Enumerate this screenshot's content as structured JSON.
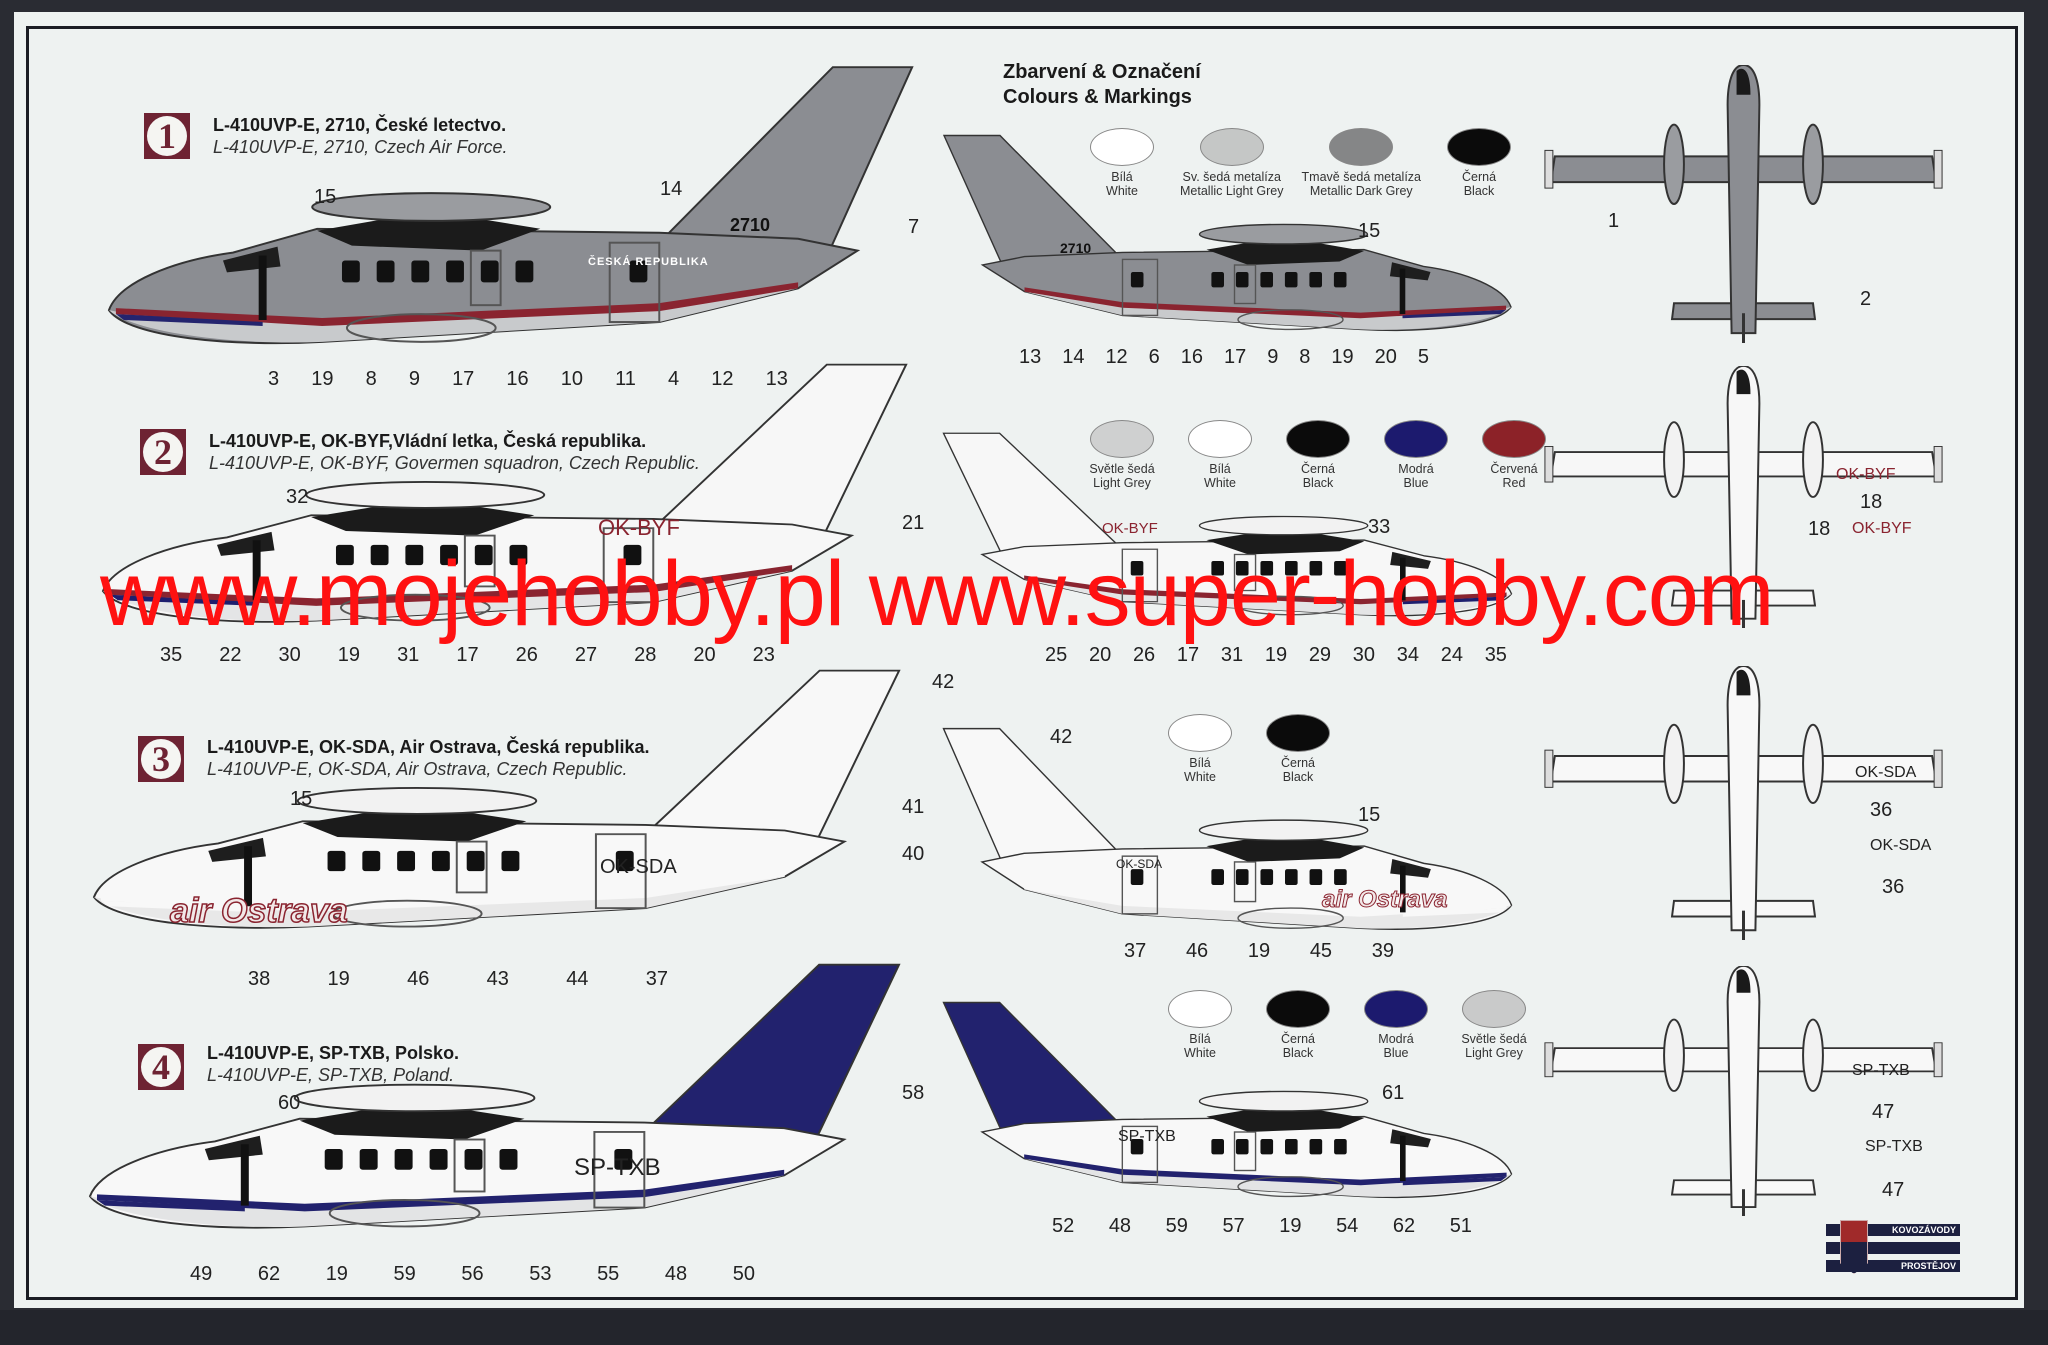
{
  "legend": {
    "title_cz": "Zbarvení & Označení",
    "title_en": "Colours & Markings"
  },
  "schemes": [
    {
      "number": "1",
      "title_cz": "L-410UVP-E, 2710, České letectvo.",
      "title_en": "L-410UVP-E, 2710, Czech Air Force.",
      "colors": {
        "body": "#8b8d92",
        "belly": "#c8cacc",
        "stripe": "#8a2430",
        "stripe2": "#24246e",
        "fin": "#8b8d92",
        "nacelle": "#9a9ca0"
      },
      "swatches": [
        {
          "cz": "Bílá",
          "en": "White",
          "color": "#ffffff"
        },
        {
          "cz": "Sv. šedá metalíza",
          "en": "Metallic Light Grey",
          "color": "#c5c7c6"
        },
        {
          "cz": "Tmavě šedá metalíza",
          "en": "Metallic Dark Grey",
          "color": "#858687"
        },
        {
          "cz": "Černá",
          "en": "Black",
          "color": "#0b0b0b"
        }
      ],
      "markings": {
        "serial": "2710",
        "serial_right": "2710",
        "nation": "ČESKÁ REPUBLIKA"
      },
      "callouts_top": [
        "15",
        "14",
        "7",
        "15"
      ],
      "callouts_left": [
        "3",
        "19",
        "8",
        "9",
        "17",
        "16",
        "10",
        "11",
        "4",
        "12",
        "13"
      ],
      "callouts_right": [
        "13",
        "14",
        "12",
        "6",
        "16",
        "17",
        "9",
        "8",
        "19",
        "20",
        "5"
      ],
      "callouts_plan": [
        "1",
        "2"
      ]
    },
    {
      "number": "2",
      "title_cz": "L-410UVP-E, OK-BYF,Vládní letka, Česká republika.",
      "title_en": "L-410UVP-E, OK-BYF, Govermen squadron, Czech Republic.",
      "colors": {
        "body": "#f7f7f7",
        "belly": "#e4e5e6",
        "stripe": "#8a2430",
        "stripe2": "#1e1e6e",
        "fin": "#f7f7f7",
        "nacelle": "#f2f2f2"
      },
      "swatches": [
        {
          "cz": "Světle šedá",
          "en": "Light Grey",
          "color": "#cfd0d0"
        },
        {
          "cz": "Bílá",
          "en": "White",
          "color": "#ffffff"
        },
        {
          "cz": "Černá",
          "en": "Black",
          "color": "#0b0b0b"
        },
        {
          "cz": "Modrá",
          "en": "Blue",
          "color": "#1c1a6e"
        },
        {
          "cz": "Červená",
          "en": "Red",
          "color": "#8c2228"
        }
      ],
      "markings": {
        "registration": "OK-BYF"
      },
      "callouts_top": [
        "32",
        "21",
        "33"
      ],
      "callouts_left": [
        "35",
        "22",
        "30",
        "19",
        "31",
        "17",
        "26",
        "27",
        "28",
        "20",
        "23"
      ],
      "callouts_right": [
        "25",
        "20",
        "26",
        "17",
        "31",
        "19",
        "29",
        "30",
        "34",
        "24",
        "35"
      ],
      "callouts_plan": [
        "18",
        "18"
      ]
    },
    {
      "number": "3",
      "title_cz": "L-410UVP-E, OK-SDA, Air Ostrava, Česká republika.",
      "title_en": "L-410UVP-E, OK-SDA, Air Ostrava, Czech Republic.",
      "colors": {
        "body": "#f8f8f8",
        "belly": "#e8e8e8",
        "stripe": "#f8f8f8",
        "stripe2": "#f8f8f8",
        "fin": "#f8f8f8",
        "nacelle": "#f2f2f2"
      },
      "swatches": [
        {
          "cz": "Bílá",
          "en": "White",
          "color": "#ffffff"
        },
        {
          "cz": "Černá",
          "en": "Black",
          "color": "#0b0b0b"
        }
      ],
      "markings": {
        "registration": "OK-SDA",
        "airline": "air Ostrava"
      },
      "callouts_top": [
        "15",
        "42",
        "41",
        "40",
        "42",
        "15"
      ],
      "callouts_left": [
        "38",
        "19",
        "46",
        "43",
        "44",
        "37"
      ],
      "callouts_right": [
        "37",
        "46",
        "19",
        "45",
        "39"
      ],
      "callouts_plan": [
        "36",
        "36"
      ]
    },
    {
      "number": "4",
      "title_cz": "L-410UVP-E, SP-TXB, Polsko.",
      "title_en": "L-410UVP-E, SP-TXB, Poland.",
      "colors": {
        "body": "#f8f8f8",
        "belly": "#e3e4e5",
        "stripe": "#22226e",
        "stripe2": "#22226e",
        "fin": "#22226e",
        "nacelle": "#f2f2f2"
      },
      "swatches": [
        {
          "cz": "Bílá",
          "en": "White",
          "color": "#ffffff"
        },
        {
          "cz": "Černá",
          "en": "Black",
          "color": "#0b0b0b"
        },
        {
          "cz": "Modrá",
          "en": "Blue",
          "color": "#1c1a6e"
        },
        {
          "cz": "Světle šedá",
          "en": "Light Grey",
          "color": "#c9caca"
        }
      ],
      "markings": {
        "registration": "SP-TXB"
      },
      "callouts_top": [
        "60",
        "58",
        "61"
      ],
      "callouts_left": [
        "49",
        "62",
        "19",
        "59",
        "56",
        "53",
        "55",
        "48",
        "50"
      ],
      "callouts_right": [
        "52",
        "48",
        "59",
        "57",
        "19",
        "54",
        "62",
        "51"
      ],
      "callouts_plan": [
        "47",
        "47"
      ]
    }
  ],
  "watermark": "www.mojehobby.pl www.super-hobby.com",
  "logo": {
    "line1": "KOVOZÁVODY",
    "line2": "PROSTĚJOV"
  },
  "accent": {
    "badge": "#6e2333",
    "watermark": "#ff1111"
  }
}
